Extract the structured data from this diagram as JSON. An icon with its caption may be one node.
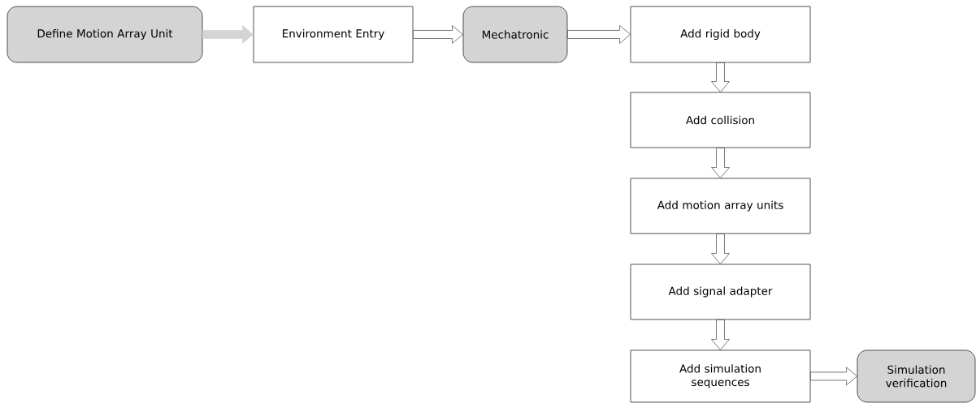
{
  "diagram": {
    "nodes": [
      {
        "text": [
          "Define Motion Array Unit"
        ]
      },
      {
        "text": [
          "Environment Entry"
        ]
      },
      {
        "text": [
          "Mechatronic"
        ]
      },
      {
        "text": [
          "Add rigid body"
        ]
      },
      {
        "text": [
          "Add collision"
        ]
      },
      {
        "text": [
          "Add motion array units"
        ]
      },
      {
        "text": [
          "Add signal adapter"
        ]
      },
      {
        "text": [
          "Add simulation sequences"
        ]
      },
      {
        "text": [
          "Simulation verification"
        ]
      }
    ],
    "edges": [
      {
        "from": 0,
        "to": 1,
        "arrow": "to",
        "color": "#d4d4d4"
      },
      {
        "from": 1,
        "to": 2,
        "arrow": "to"
      },
      {
        "from": 2,
        "to": 3,
        "arrow": "to"
      },
      {
        "from": 3,
        "to": 4,
        "arrow": "to"
      },
      {
        "from": 4,
        "to": 5,
        "arrow": "to"
      },
      {
        "from": 5,
        "to": 6,
        "arrow": "to"
      },
      {
        "from": 6,
        "to": 7,
        "arrow": "to"
      },
      {
        "from": 7,
        "to": 8,
        "arrow": "to"
      }
    ]
  }
}
